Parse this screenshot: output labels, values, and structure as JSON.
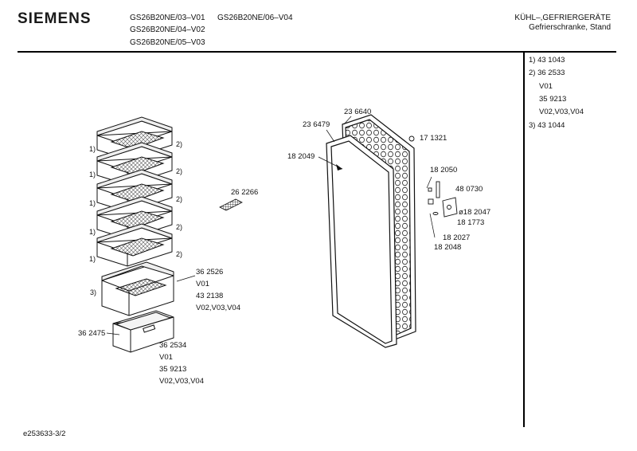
{
  "brand": "SIEMENS",
  "models": [
    "GS26B20NE/03–V01",
    "GS26B20NE/06–V04",
    "GS26B20NE/04–V02",
    "GS26B20NE/05–V03"
  ],
  "category": {
    "line1": "KÜHL–,GEFRIERGERÄTE",
    "line2": "Gefrierschranke, Stand"
  },
  "parts_list": [
    "1) 43 1043",
    "2) 36 2533",
    "V01",
    "35 9213",
    "V02,V03,V04",
    "3) 43 1044"
  ],
  "labels": {
    "n1a": "1)",
    "n2a": "2)",
    "n1b": "1)",
    "n2b": "2)",
    "n1c": "1)",
    "n2c": "2)",
    "n1d": "1)",
    "n2d": "2)",
    "n1e": "1)",
    "n2e": "2)",
    "n3": "3)",
    "p262266": "26 2266",
    "p362526": "36 2526",
    "v01a": "V01",
    "p432138": "43 2138",
    "vmulti_a": "V02,V03,V04",
    "p362475": "36 2475",
    "p362534": "36 2534",
    "v01b": "V01",
    "p359213": "35 9213",
    "vmulti_b": "V02,V03,V04",
    "p236640": "23 6640",
    "p236479": "23 6479",
    "p182049": "18 2049",
    "p171321": "17 1321",
    "p182050": "18 2050",
    "p480730": "48 0730",
    "p182047": "ø18 2047",
    "p181773": "18 1773",
    "p182027": "18 2027",
    "p182048": "18 2048"
  },
  "footer_code": "e253633-3/2"
}
